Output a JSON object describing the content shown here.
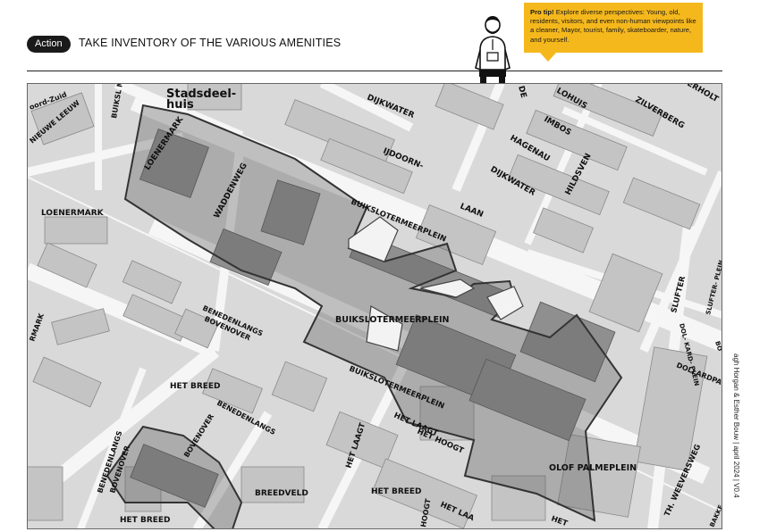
{
  "header": {
    "action_badge": "Action",
    "title": "TAKE INVENTORY OF THE VARIOUS AMENITIES"
  },
  "tip": {
    "lead": "Pro tip!",
    "text": " Explore diverse perspectives: Young, old, residents, visitors, and even non-human viewpoints like a cleaner, Mayor, tourist, family, skateboarder, nature, and yourself."
  },
  "credit": "agh Horgan & Esther Bouw | april 2024 | V0.4",
  "map": {
    "labels": {
      "stadsdeelhuis_1": "Stadsdeel-",
      "stadsdeelhuis_2": "huis",
      "dijkwater_1": "DIJKWATER",
      "dijkwater_2": "DIJKWATER",
      "ijdoornlaan_1": "IJDOORN-",
      "ijdoornlaan_2": "LAAN",
      "lohuis": "LOHUIS",
      "imbos": "IMBOS",
      "hagenau": "HAGENAU",
      "hildsven": "HILDSVEN",
      "zilverberg": "ZILVERBERG",
      "erholt": "ERHOLT",
      "de": "DE",
      "loenermark_1": "LOENERMARK",
      "loenermark_2": "LOENERMARK",
      "nieuwe_leeuw": "NIEUWE LEEUW",
      "oord_zuid": "oord-Zuid",
      "buiksl_meerpl": "BUIKSL MEERPL",
      "waddenweg": "WADDENWEG",
      "buiksloter_1": "BUIKSLOTERMEERPLEIN",
      "buiksloter_2": "BUIKSLOTERMEERPLEIN",
      "buiksloter_3": "BUIKSLOTERMEERPLEIN",
      "mark": "RMARK",
      "benedenlangs_bovenover_1": "BENEDENLANGS",
      "benedenlangs_bovenover_2": "BOVENOVER",
      "het_breed_1": "HET BREED",
      "het_breed_2": "HET BREED",
      "het_breed_3": "HET BREED",
      "het_laagt_1": "HET LAAGT",
      "het_laagt_2": "HET LAAGT",
      "het_hoogt": "HET HOOGT",
      "het_laa": "HET LAA",
      "het": "HET",
      "hoogt": "HOOGT",
      "bovenover": "BOVENOVER",
      "benedenlangs": "BENEDENLANGS",
      "benedenlangs_v": "BENEDENLANGS",
      "bovenover_v": "BOVENOVER",
      "breedveld": "BREEDVELD",
      "olof_palmeplein": "OLOF PALMEPLEIN",
      "slufter": "SLUFTER",
      "slufter_plein": "SLUFTER- PLEIN",
      "dollardpa": "DOLLARDPA",
      "dol_kard": "DOL- KARD- PLEIN",
      "th_weeversweg": "TH. WEEVERSWEG",
      "bo": "BO",
      "bakke": "BAKKE"
    }
  }
}
